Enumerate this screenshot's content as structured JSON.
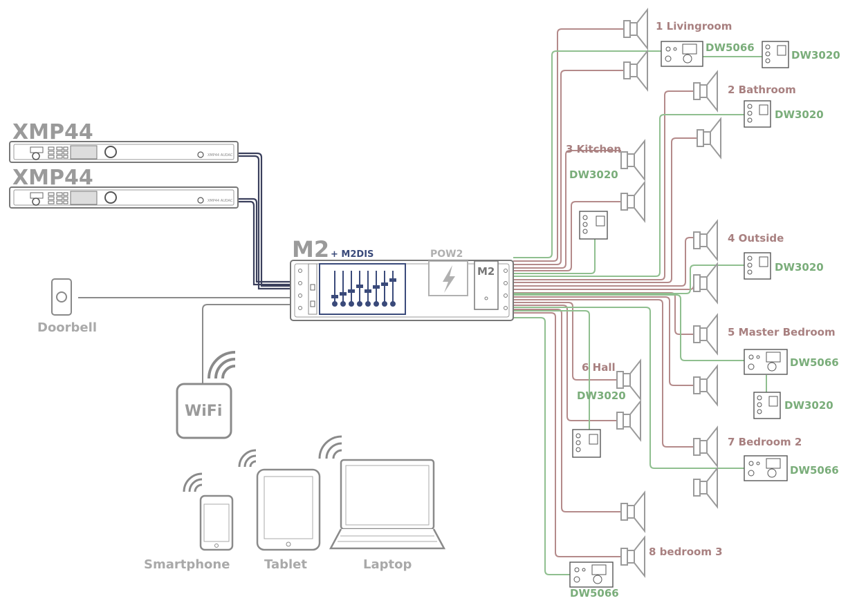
{
  "sources": [
    {
      "id": "xmp-top",
      "label": "XMP44",
      "brand": "XMP44 AUDAC"
    },
    {
      "id": "xmp-bottom",
      "label": "XMP44",
      "brand": "XMP44 AUDAC"
    }
  ],
  "matrix": {
    "label": "M2",
    "module": "+ M2DIS",
    "power": "POW2",
    "side_logo": "M2"
  },
  "peripherals": {
    "doorbell": "Doorbell",
    "wifi": "WiFi"
  },
  "clients": [
    "Smartphone",
    "Tablet",
    "Laptop"
  ],
  "zones": [
    {
      "name": "1 Livingroom",
      "panels": [
        "DW5066",
        "DW3020"
      ]
    },
    {
      "name": "2 Bathroom",
      "panels": [
        "DW3020"
      ]
    },
    {
      "name": "3 Kitchen",
      "panels": [
        "DW3020"
      ]
    },
    {
      "name": "4 Outside",
      "panels": [
        "DW3020"
      ]
    },
    {
      "name": "5 Master Bedroom",
      "panels": [
        "DW5066",
        "DW3020"
      ]
    },
    {
      "name": "6 Hall",
      "panels": [
        "DW3020"
      ]
    },
    {
      "name": "7 Bedroom 2",
      "panels": [
        "DW5066"
      ]
    },
    {
      "name": "8 bedroom 3",
      "panels": [
        "DW5066"
      ]
    }
  ],
  "colors": {
    "speaker_wire": "#b48a8a",
    "control_wire": "#8fbf8f",
    "audio_link": "#3a3f5c",
    "device_gray": "#8a8a8a"
  }
}
